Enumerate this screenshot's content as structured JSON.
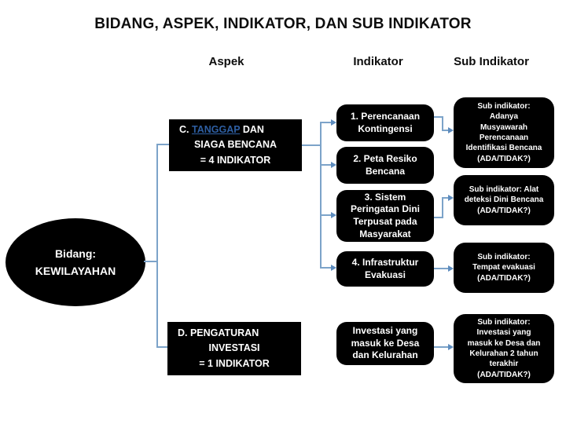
{
  "title": "BIDANG, ASPEK, INDIKATOR, DAN SUB INDIKATOR",
  "columns": {
    "aspek": "Aspek",
    "indikator": "Indikator",
    "sub_indikator": "Sub Indikator"
  },
  "bidang": {
    "label": "Bidang:\nKEWILAYAHAN"
  },
  "aspek_boxes": [
    {
      "prefix": "C.",
      "link": "TANGGAP",
      "line1_rest": "DAN",
      "line2": "SIAGA BENCANA",
      "line3": "= 4 INDIKATOR"
    },
    {
      "line1": "D. PENGATURAN",
      "line2": "INVESTASI",
      "line3": "= 1 INDIKATOR"
    }
  ],
  "indicators": [
    {
      "label": "1. Perencanaan\nKontingensi"
    },
    {
      "label": "2. Peta Resiko\nBencana"
    },
    {
      "label": "3. Sistem\nPeringatan Dini\nTerpusat pada\nMasyarakat"
    },
    {
      "label": "4. Infrastruktur\nEvakuasi"
    },
    {
      "label": "Investasi yang\nmasuk ke Desa\ndan Kelurahan"
    }
  ],
  "sub_indicators": [
    {
      "label": "Sub indikator:\nAdanya\nMusyawarah\nPerencanaan\nIdentifikasi Bencana\n(ADA/TIDAK?)"
    },
    {
      "label": "Sub indikator: Alat\ndeteksi Dini Bencana\n(ADA/TIDAK?)"
    },
    {
      "label": "Sub indikator:\nTempat evakuasi\n(ADA/TIDAK?)"
    },
    {
      "label": "Sub indikator:\nInvestasi yang\nmasuk ke Desa dan\nKelurahan 2 tahun\nterakhir\n(ADA/TIDAK?)"
    }
  ],
  "colors": {
    "node_fill": "#000000",
    "node_text": "#ffffff",
    "connector": "#7ca3c9",
    "arrowhead": "#5d8cbe",
    "hyperlink": "#2e5fa3"
  }
}
